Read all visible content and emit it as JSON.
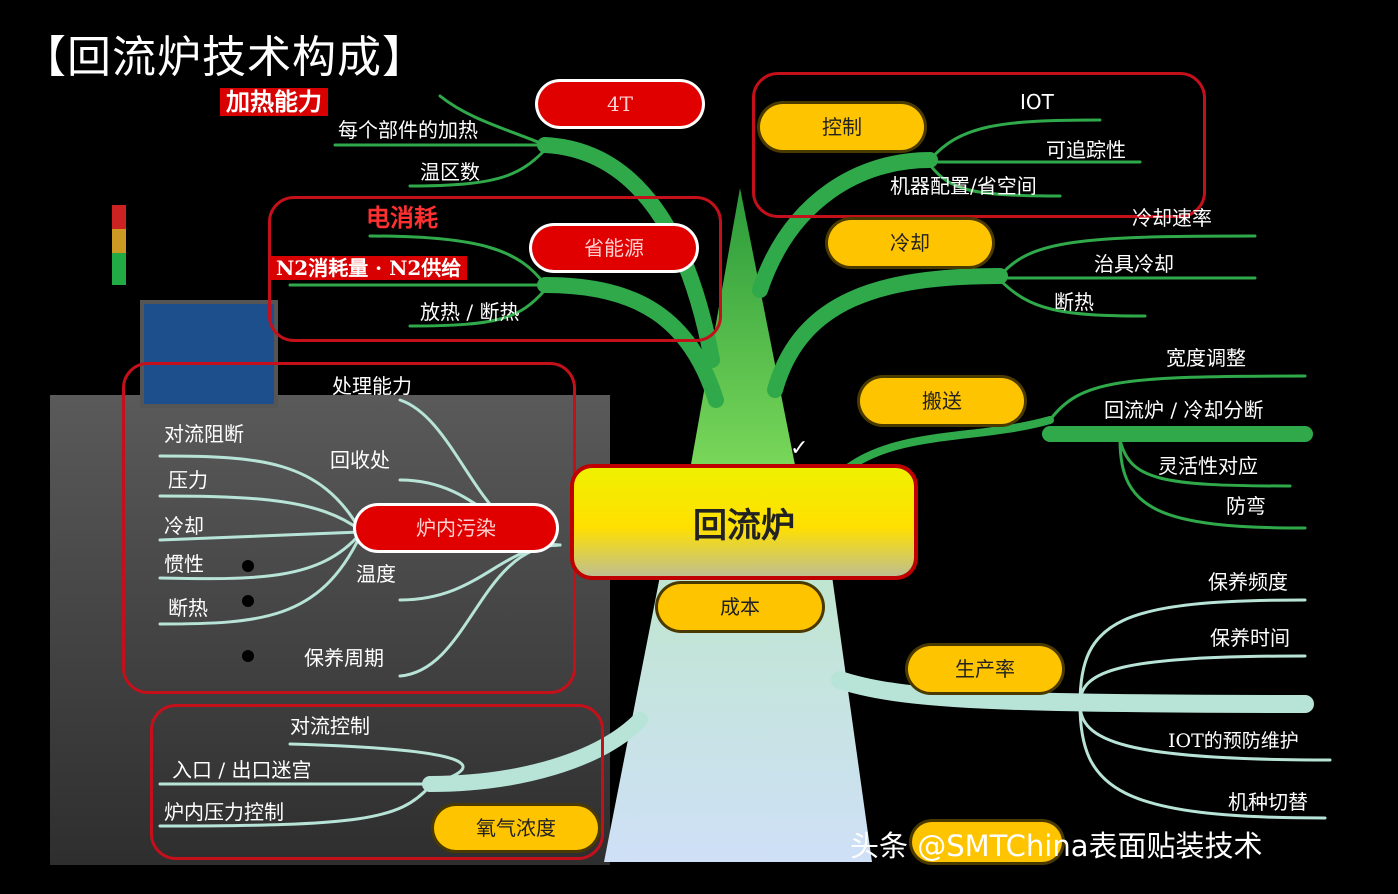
{
  "title": "【回流炉技术构成】",
  "center": "回流炉",
  "watermark": "头条 @SMTChina表面贴装技术",
  "nodes": {
    "top_red": "4T",
    "energy_red": "省能源",
    "pollution_red": "炉内污染",
    "control": "控制",
    "cooling": "冷却",
    "transport": "搬送",
    "cost": "成本",
    "productivity": "生产率",
    "oxygen": "氧气浓度"
  },
  "leaves": {
    "heating_capacity": "加热能力",
    "each_part_heating": "每个部件的加热",
    "zone_count": "温区数",
    "power_consumption": "电消耗",
    "n2": "N2消耗量 · N2供给",
    "heat_release": "放热 / 断热",
    "iot": "IOT",
    "traceability": "可追踪性",
    "machine_config": "机器配置/省空间",
    "cooling_rate": "冷却速率",
    "fixture_cooling": "治具冷却",
    "insulation": "断热",
    "width_adjust": "宽度调整",
    "reflow_cooling_split": "回流炉 / 冷却分断",
    "flexible": "灵活性对应",
    "anti_bend": "防弯",
    "processing": "处理能力",
    "recovery": "回收处",
    "temperature": "温度",
    "maintenance_cycle": "保养周期",
    "convection_block": "对流阻断",
    "pressure": "压力",
    "cool": "冷却",
    "inertia": "惯性",
    "heat_insulation": "断热",
    "maintenance_freq": "保养频度",
    "maintenance_time": "保养时间",
    "iot_maintenance": "IOT的预防维护",
    "changeover": "机种切替",
    "convection_control": "对流控制",
    "entry_exit": "入口 / 出口迷宫",
    "furnace_pressure": "炉内压力控制"
  }
}
